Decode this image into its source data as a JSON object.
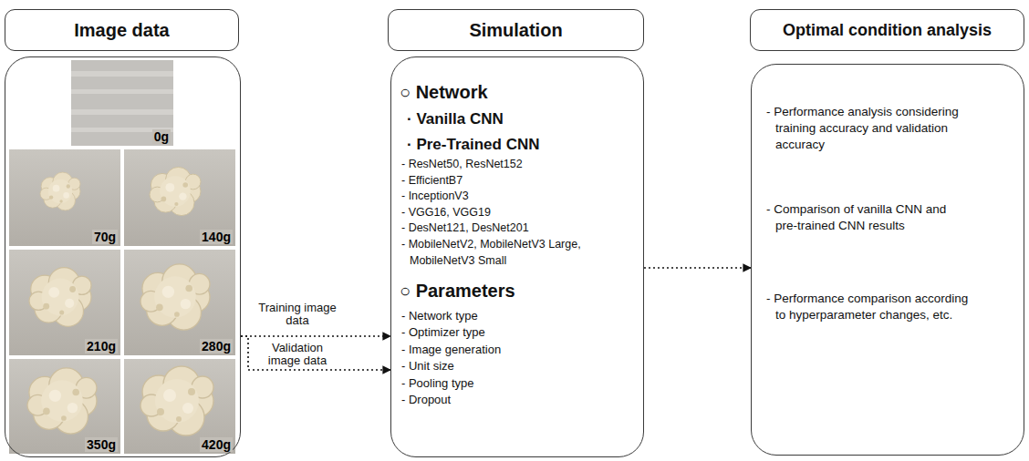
{
  "diagram": {
    "nodes": [
      {
        "text": [
          "Image data"
        ]
      },
      {
        "text": []
      },
      {
        "text": [
          "0g"
        ],
        "in": 1
      },
      {
        "text": [
          "70g"
        ],
        "in": 1
      },
      {
        "text": [
          "140g"
        ],
        "in": 1
      },
      {
        "text": [
          "210g"
        ],
        "in": 1
      },
      {
        "text": [
          "280g"
        ],
        "in": 1
      },
      {
        "text": [
          "350g"
        ],
        "in": 1
      },
      {
        "text": [
          "420g"
        ],
        "in": 1
      },
      {
        "text": [
          "Simulation"
        ]
      },
      {
        "text": [
          "○ Network",
          "· Vanilla CNN",
          "· Pre-Trained CNN",
          "- ResNet50, ResNet152",
          "- EfficientB7",
          "- InceptionV3",
          "- VGG16, VGG19",
          "- DesNet121, DesNet201",
          "- MobileNetV2, MobileNetV3 Large, MobileNetV3 Small",
          "○ Parameters",
          "- Network type",
          "- Optimizer type",
          "- Image generation",
          "- Unit size",
          "- Pooling type",
          "- Dropout"
        ]
      },
      {
        "text": [
          "Optimal condition analysis"
        ]
      },
      {
        "text": [
          "- Performance analysis considering training accuracy and validation accuracy",
          "- Comparison of vanilla CNN and pre-trained CNN results",
          "- Performance comparison according to hyperparameter changes, etc."
        ]
      }
    ],
    "edges": [
      {
        "from": 1,
        "to": 10,
        "label": "Training image data",
        "arrow": "to"
      },
      {
        "from": 1,
        "to": 10,
        "label": "Validation image data",
        "arrow": "to"
      },
      {
        "from": 10,
        "to": 12,
        "arrow": "to"
      }
    ]
  }
}
